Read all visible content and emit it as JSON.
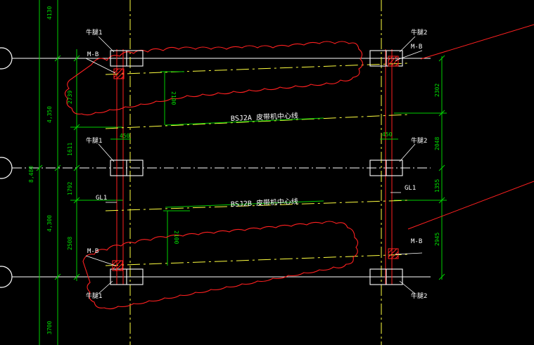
{
  "colors": {
    "background": "#000000",
    "dimension": "#00d000",
    "white_lines": "#ffffff",
    "red_lines": "#ff2020",
    "yellow_lines": "#ffff40",
    "revision_cloud": "#ff2020",
    "text": "#ffffff"
  },
  "axis_bubbles": [
    {
      "id": "top",
      "label": ""
    },
    {
      "id": "middle",
      "label": ""
    },
    {
      "id": "bottom",
      "label": ""
    }
  ],
  "left_dimensions": {
    "outer": [
      "4130",
      "4,350",
      "4,300",
      "3700"
    ],
    "overall": "8,480",
    "inner": [
      "2739",
      "1611",
      "1792",
      "2508"
    ]
  },
  "right_dimensions": [
    "2302",
    "2048",
    "1355",
    "2945"
  ],
  "conveyor_labels": {
    "upper": "BSJ2A 皮带机中心线",
    "lower": "BSJ2B 皮带机中心线"
  },
  "offset_dims": {
    "upper_vertical": "2100",
    "lower_vertical": "2100",
    "left_width": "450",
    "right_width": "450"
  },
  "tags": {
    "top_left_hole": "牛腿1",
    "top_right_hole": "牛腿2",
    "mid_left_hole": "牛腿1",
    "mid_right_hole": "牛腿2",
    "bottom_left_hole": "牛腿1",
    "bottom_right_hole": "牛腿2",
    "mb_top_left": "M-B",
    "mb_top_right": "M-B",
    "mb_bottom_left": "M-B",
    "mb_bottom_right": "M-B",
    "gl_left": "GL1",
    "gl_right": "GL1"
  }
}
